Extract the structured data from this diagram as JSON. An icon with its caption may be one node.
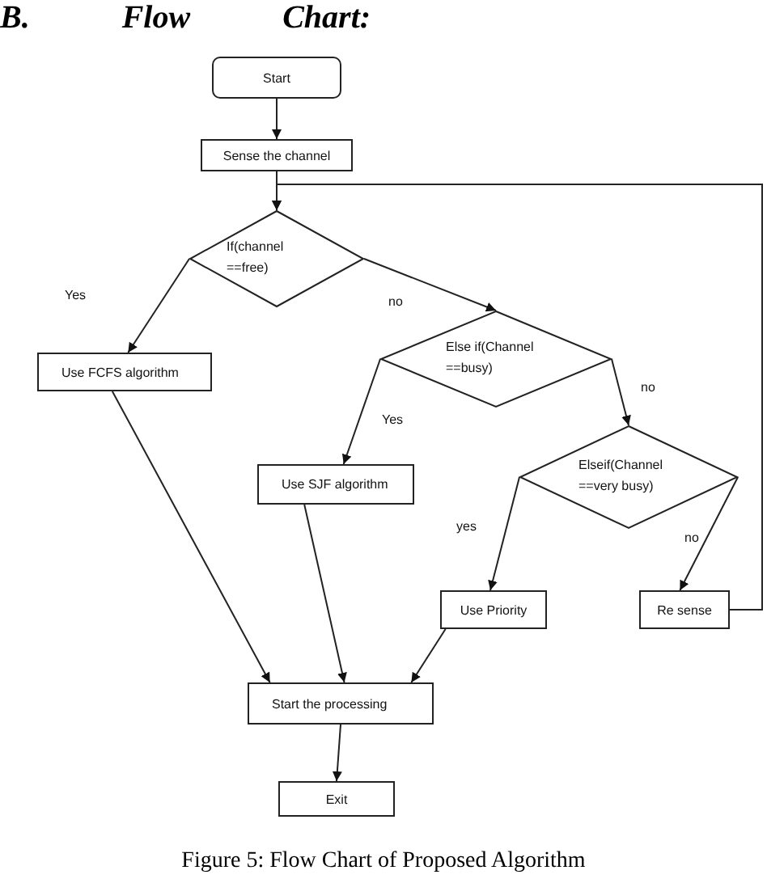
{
  "diagram": {
    "title": "B. Flow Chart:",
    "caption": "Figure 5: Flow Chart of Proposed Algorithm",
    "nodes": [
      {
        "text": [
          "Start"
        ]
      },
      {
        "text": [
          "Sense the channel"
        ]
      },
      {
        "text": [
          "If(channel ==free)"
        ]
      },
      {
        "text": [
          "Use FCFS algorithm"
        ]
      },
      {
        "text": [
          "Else if(Channel ==busy)"
        ]
      },
      {
        "text": [
          "Use SJF algorithm"
        ]
      },
      {
        "text": [
          "Elseif(Channel ==very busy)"
        ]
      },
      {
        "text": [
          "Use Priority"
        ]
      },
      {
        "text": [
          "Re sense"
        ]
      },
      {
        "text": [
          "Start the processing"
        ]
      },
      {
        "text": [
          "Exit"
        ]
      }
    ],
    "edges": [
      {
        "from": 0,
        "to": 1,
        "arrow": "to"
      },
      {
        "from": 1,
        "to": 2,
        "arrow": "to"
      },
      {
        "from": 2,
        "to": 3,
        "arrow": "to",
        "label": "Yes"
      },
      {
        "from": 2,
        "to": 4,
        "arrow": "to",
        "label": "no"
      },
      {
        "from": 4,
        "to": 5,
        "arrow": "to",
        "label": "Yes"
      },
      {
        "from": 4,
        "to": 6,
        "arrow": "to",
        "label": "no"
      },
      {
        "from": 6,
        "to": 7,
        "arrow": "to",
        "label": "yes"
      },
      {
        "from": 6,
        "to": 8,
        "arrow": "to",
        "label": "no"
      },
      {
        "from": 8,
        "to": 2,
        "arrow": "to"
      },
      {
        "from": 3,
        "to": 9,
        "arrow": "to"
      },
      {
        "from": 5,
        "to": 9,
        "arrow": "to"
      },
      {
        "from": 7,
        "to": 9,
        "arrow": "to"
      },
      {
        "from": 9,
        "to": 10,
        "arrow": "to"
      }
    ]
  }
}
